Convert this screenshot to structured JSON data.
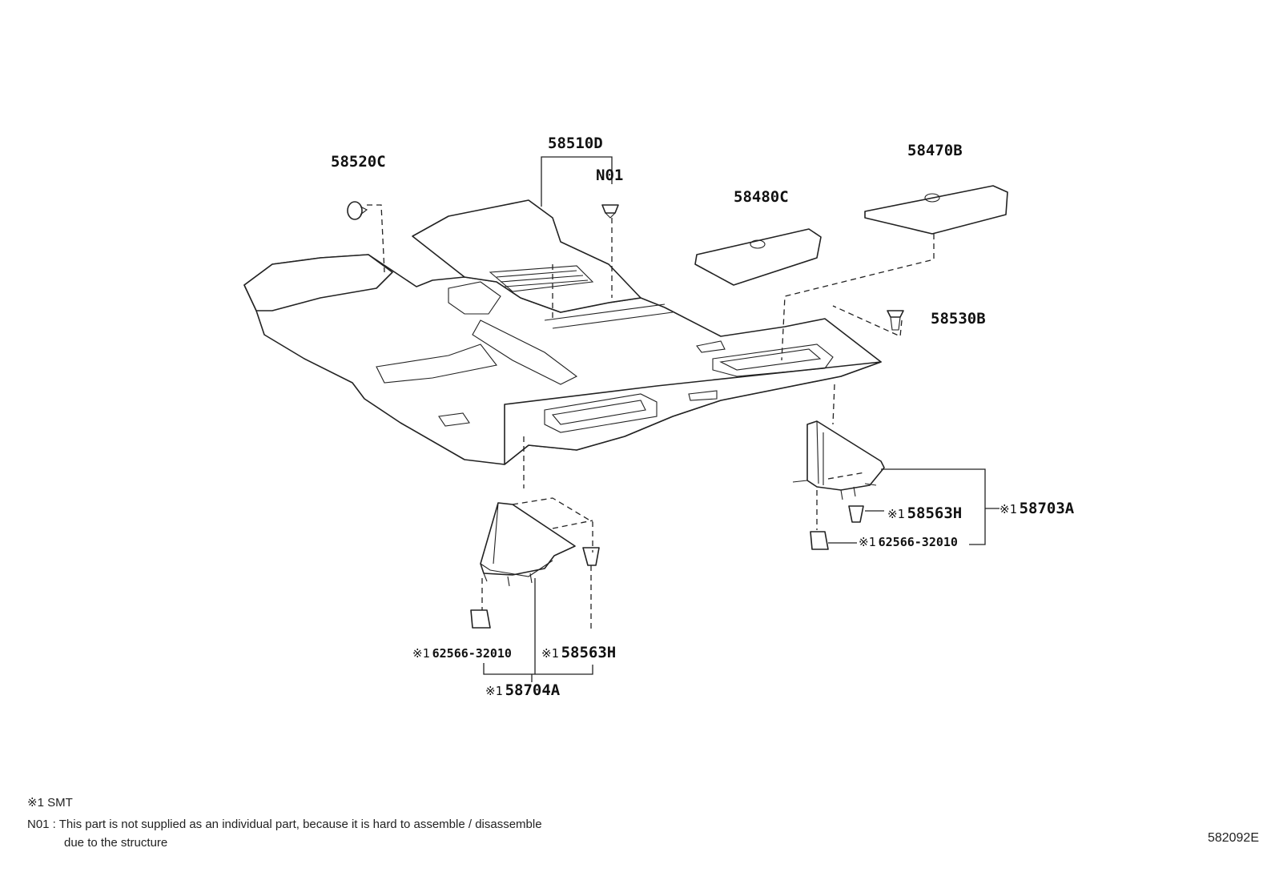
{
  "callouts": {
    "p58520c": "58520C",
    "p58510d": "58510D",
    "n01": "N01",
    "p58480c": "58480C",
    "p58470b": "58470B",
    "p58530b": "58530B",
    "p58563h_right": "58563H",
    "p58703a": "58703A",
    "p62566_right": "62566-32010",
    "p62566_left": "62566-32010",
    "p58563h_left": "58563H",
    "p58704a": "58704A"
  },
  "marks": {
    "smt_mark": "※1"
  },
  "notes": {
    "smt": "※1 SMT",
    "n01_line1": "N01 : This part is not supplied as an individual part, because it is hard to assemble / disassemble",
    "n01_line2": "due to the structure"
  },
  "drawing_code": "582092E"
}
